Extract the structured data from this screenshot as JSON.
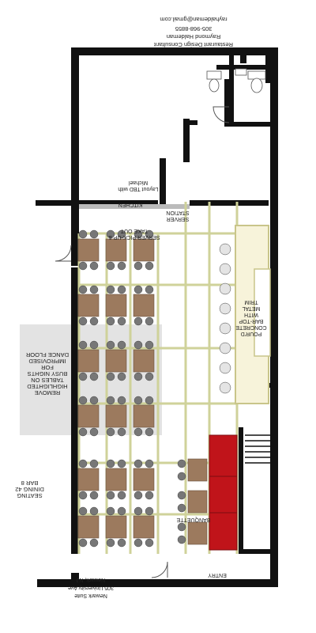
{
  "address": {
    "line1": "305 University Ave",
    "line2": "Newark Suite",
    "line3": "Newark, NJ"
  },
  "consultant": {
    "line1": "Restaurant Design Consultant",
    "line2": "Raymond Haldeman",
    "line3": "305-968-8855",
    "line4": "rayhaldeman@gmail.com"
  },
  "rooms": {
    "kitchen": "KITCHEN",
    "kitchen_note": "Layout TBD with Michael",
    "server_station": "SERVER STATION",
    "pickup": "SERVER PICK-UP & TAKE OUT",
    "bar_top": "POUR'D CONCRETE BAR-TOP WITH METAL TRIM",
    "banquette": "BANQUETTE",
    "entry": "ENTRY"
  },
  "notes": {
    "seating": "SEATING DINING 42 BAR 8",
    "dance_floor": "REMOVE HIGHLIGHTED TABLES ON BUSY NIGHTS FOR IMPROVISED DANCE FLOOR"
  },
  "colors": {
    "wall": "#111111",
    "table_wood": "#9c7a5e",
    "grid_line": "#cfd29a",
    "banquette": "#c0141a",
    "bar_fill": "#f7f3da",
    "highlight": "#d9d9d9",
    "chair": "#777777"
  }
}
